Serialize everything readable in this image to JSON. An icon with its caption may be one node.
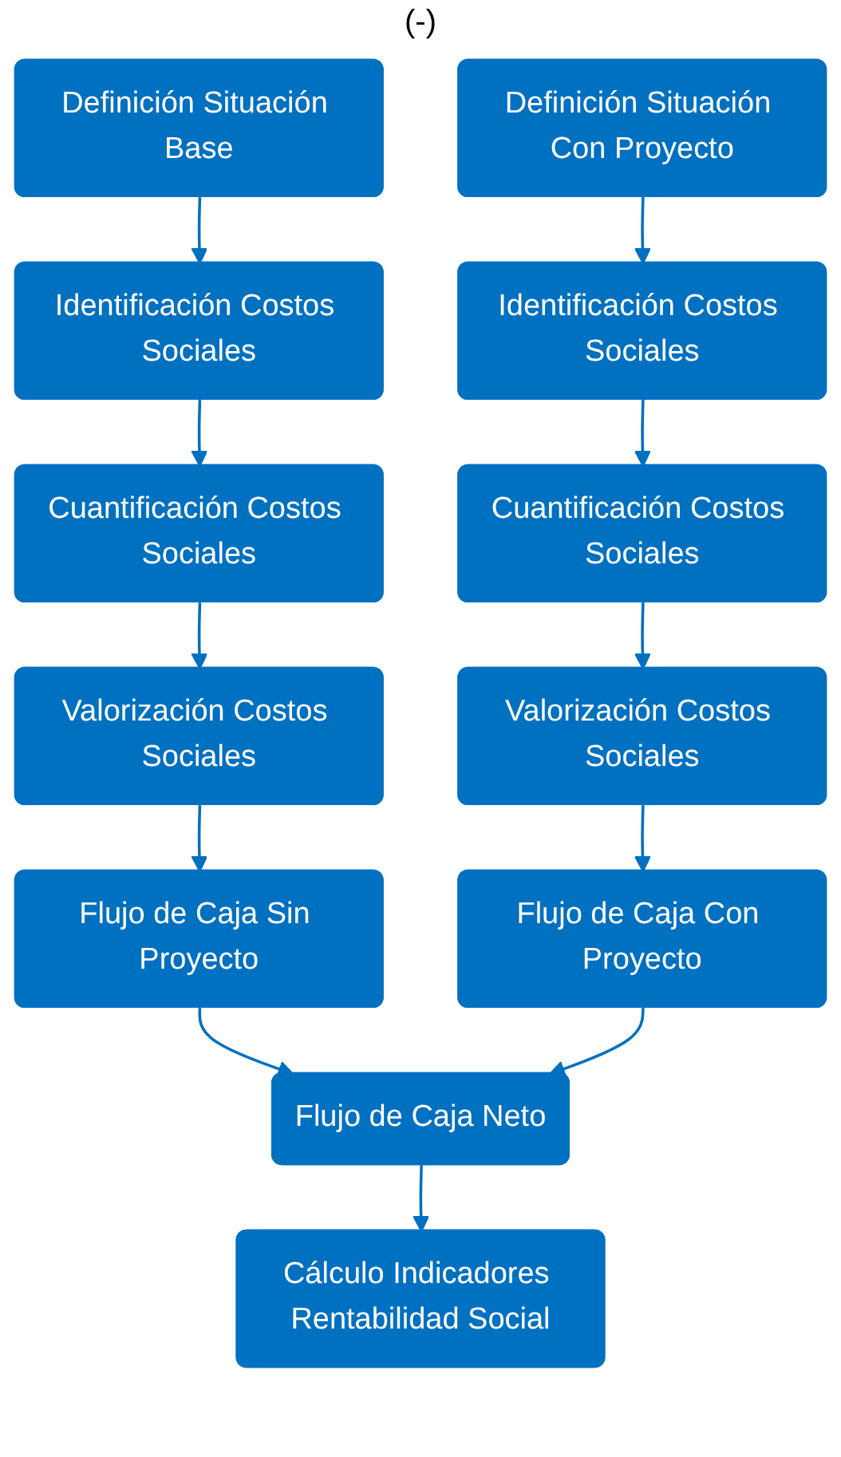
{
  "diagram": {
    "nodes": [
      {
        "text": [
          "Definición Situación Base"
        ]
      },
      {
        "text": [
          "Identificación Costos Sociales"
        ]
      },
      {
        "text": [
          "Cuantificación Costos Sociales"
        ]
      },
      {
        "text": [
          "Valorización Costos Sociales"
        ]
      },
      {
        "text": [
          "Flujo de Caja Sin Proyecto"
        ]
      },
      {
        "text": [
          "Definición Situación Con Proyecto"
        ]
      },
      {
        "text": [
          "Identificación Costos Sociales"
        ]
      },
      {
        "text": [
          "Cuantificación Costos Sociales"
        ]
      },
      {
        "text": [
          "Valorización Costos Sociales"
        ]
      },
      {
        "text": [
          "Flujo de Caja Con Proyecto"
        ]
      },
      {
        "text": [
          "Flujo de Caja Neto"
        ]
      },
      {
        "text": [
          "Cálculo Indicadores Rentabilidad Social"
        ]
      }
    ],
    "edges": [
      {
        "from": 0,
        "to": 1,
        "arrow": "to"
      },
      {
        "from": 1,
        "to": 2,
        "arrow": "to"
      },
      {
        "from": 2,
        "to": 3,
        "arrow": "to"
      },
      {
        "from": 3,
        "to": 4,
        "arrow": "to"
      },
      {
        "from": 5,
        "to": 6,
        "arrow": "to"
      },
      {
        "from": 6,
        "to": 7,
        "arrow": "to"
      },
      {
        "from": 7,
        "to": 8,
        "arrow": "to"
      },
      {
        "from": 8,
        "to": 9,
        "arrow": "to"
      },
      {
        "from": 4,
        "to": 10,
        "arrow": "to"
      },
      {
        "from": 9,
        "to": 10,
        "arrow": "to"
      },
      {
        "from": 10,
        "to": 11,
        "arrow": "to"
      }
    ],
    "labels": [
      "(-)"
    ]
  }
}
